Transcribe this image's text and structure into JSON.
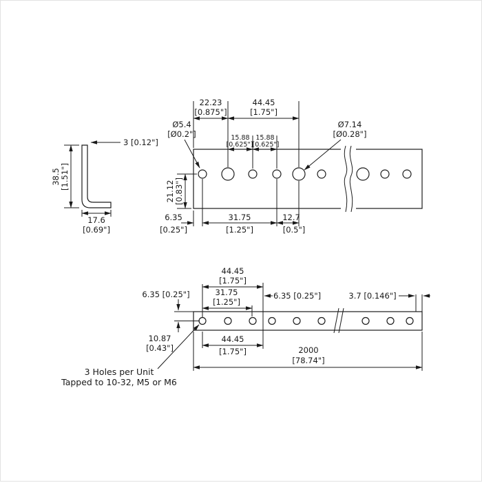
{
  "profile_view": {
    "thickness": "3 [0.12\"]",
    "height_mm": "38.5",
    "height_in": "[1.51\"]",
    "width_mm": "17.6",
    "width_in": "[0.69\"]"
  },
  "side_view": {
    "edge_to_large_hole_mm": "22.23",
    "edge_to_large_hole_in": "[0.875\"]",
    "unit_pitch_mm": "44.45",
    "unit_pitch_in": "[1.75\"]",
    "small_hole_dia_mm": "Ø5.4",
    "small_hole_dia_in": "[Ø0.2\"]",
    "large_hole_dia_mm": "Ø7.14",
    "large_hole_dia_in": "[Ø0.28\"]",
    "spacing_a_mm": "15.88",
    "spacing_a_in": "[0.625\"]",
    "spacing_b_mm": "15.88",
    "spacing_b_in": "[0.625\"]",
    "hole_height_mm": "21.12",
    "hole_height_in": "[0.83\"]",
    "edge_margin_mm": "6.35",
    "edge_margin_in": "[0.25\"]",
    "span_mm": "31.75",
    "span_in": "[1.25\"]",
    "gap_mm": "12.7",
    "gap_in": "[0.5\"]"
  },
  "top_view": {
    "unit_pitch_mm": "44.45",
    "unit_pitch_in": "[1.75\"]",
    "span_mm": "31.75",
    "span_in": "[1.25\"]",
    "left_margin": "6.35 [0.25\"]",
    "mid_margin": "6.35 [0.25\"]",
    "end_margin": "3.7 [0.146\"]",
    "bottom_margin_mm": "10.87",
    "bottom_margin_in": "[0.43\"]",
    "unit_pitch_b_mm": "44.45",
    "unit_pitch_b_in": "[1.75\"]",
    "overall_length_mm": "2000",
    "overall_length_in": "[78.74\"]",
    "note_line1": "3 Holes per Unit",
    "note_line2": "Tapped to 10-32, M5 or M6"
  }
}
